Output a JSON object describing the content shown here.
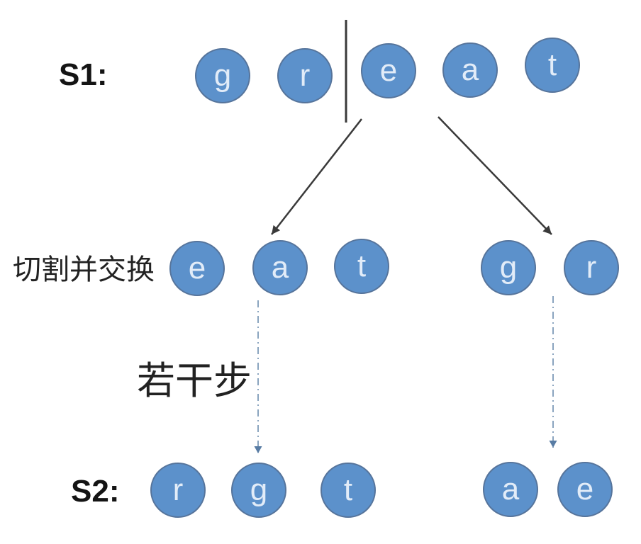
{
  "labels": {
    "s1": "S1:",
    "s2": "S2:",
    "cut_and_swap": "切割并交换",
    "several_steps": "若干步"
  },
  "s1_row": {
    "letters": [
      "g",
      "r",
      "e",
      "a",
      "t"
    ]
  },
  "middle_row": {
    "left_group": [
      "e",
      "a",
      "t"
    ],
    "right_group": [
      "g",
      "r"
    ]
  },
  "s2_row": {
    "left_group": [
      "r",
      "g",
      "t"
    ],
    "right_group": [
      "a",
      "e"
    ]
  },
  "icons": {
    "split_divider": "vertical-split-line",
    "solid_arrows": "down-diagonal-arrow",
    "dashed_arrows": "dash-dot-down-arrow"
  },
  "colors": {
    "background": "#FFFFFF",
    "node_fill": "#5C91CB",
    "node_border": "#56749B",
    "node_letter": "#E2ECF8",
    "label_text": "#141414",
    "solid_arrow": "#3A3A3A",
    "dashed_arrow": "#7E9AB8",
    "dashed_arrow_head": "#587CA4"
  }
}
